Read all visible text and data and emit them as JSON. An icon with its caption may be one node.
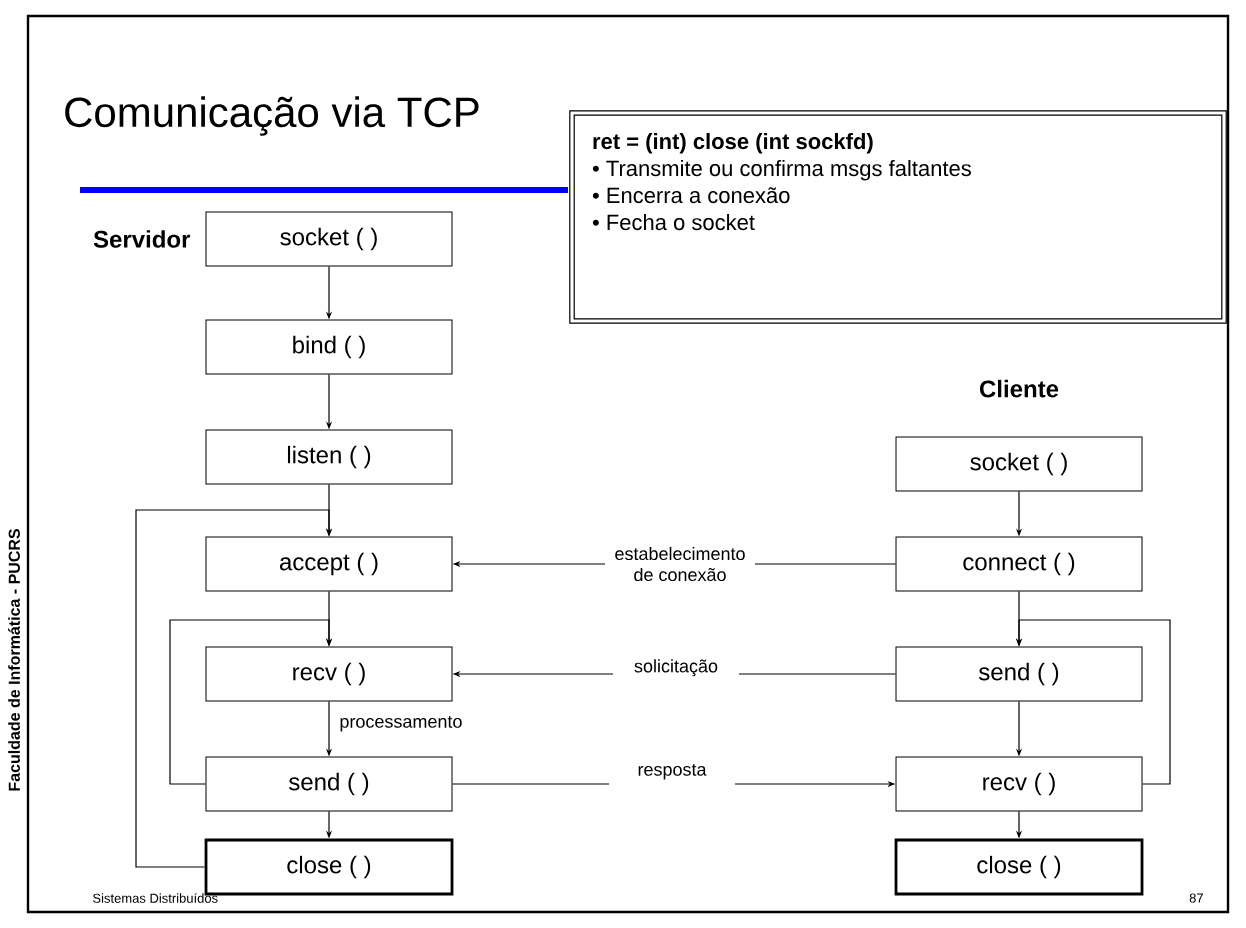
{
  "diagram": {
    "title": "Comunicação via TCP",
    "nodes": [
      {
        "text": [
          "socket ( )"
        ],
        "beside": [
          "Servidor"
        ]
      },
      {
        "text": [
          "bind ( )"
        ]
      },
      {
        "text": [
          "listen ( )"
        ]
      },
      {
        "text": [
          "accept ( )"
        ]
      },
      {
        "text": [
          "recv ( )"
        ]
      },
      {
        "text": [
          "send ( )"
        ]
      },
      {
        "text": [
          "close ( )"
        ]
      },
      {
        "text": [
          "socket ( )"
        ],
        "beside": [
          "Cliente"
        ]
      },
      {
        "text": [
          "connect ( )"
        ]
      },
      {
        "text": [
          "send ( )"
        ]
      },
      {
        "text": [
          "recv ( )"
        ]
      },
      {
        "text": [
          "close ( )"
        ]
      },
      {
        "text": [
          "ret = (int) close (int sockfd)",
          "• Transmite ou confirma msgs faltantes",
          "• Encerra a conexão",
          "• Fecha o socket"
        ]
      }
    ],
    "edges": [
      {
        "from": 0,
        "to": 1,
        "arrow": "to"
      },
      {
        "from": 1,
        "to": 2,
        "arrow": "to"
      },
      {
        "from": 2,
        "to": 3,
        "arrow": "to"
      },
      {
        "from": 3,
        "to": 4,
        "arrow": "to"
      },
      {
        "from": 4,
        "to": 5,
        "arrow": "to",
        "label": "processamento"
      },
      {
        "from": 5,
        "to": 6,
        "arrow": "to"
      },
      {
        "from": 5,
        "to": 4,
        "arrow": "to"
      },
      {
        "from": 6,
        "to": 3,
        "arrow": "to"
      },
      {
        "from": 8,
        "to": 3,
        "arrow": "to",
        "label": "estabelecimento de conexão"
      },
      {
        "from": 9,
        "to": 4,
        "arrow": "to",
        "label": "solicitação"
      },
      {
        "from": 5,
        "to": 10,
        "arrow": "to",
        "label": "resposta"
      },
      {
        "from": 7,
        "to": 8,
        "arrow": "to"
      },
      {
        "from": 8,
        "to": 9,
        "arrow": "to"
      },
      {
        "from": 9,
        "to": 10,
        "arrow": "to"
      },
      {
        "from": 10,
        "to": 11,
        "arrow": "to"
      },
      {
        "from": 10,
        "to": 9,
        "arrow": "to"
      }
    ],
    "labels": [
      "Faculdade de Informática - PUCRS",
      "Sistemas Distribuídos",
      "87"
    ]
  }
}
